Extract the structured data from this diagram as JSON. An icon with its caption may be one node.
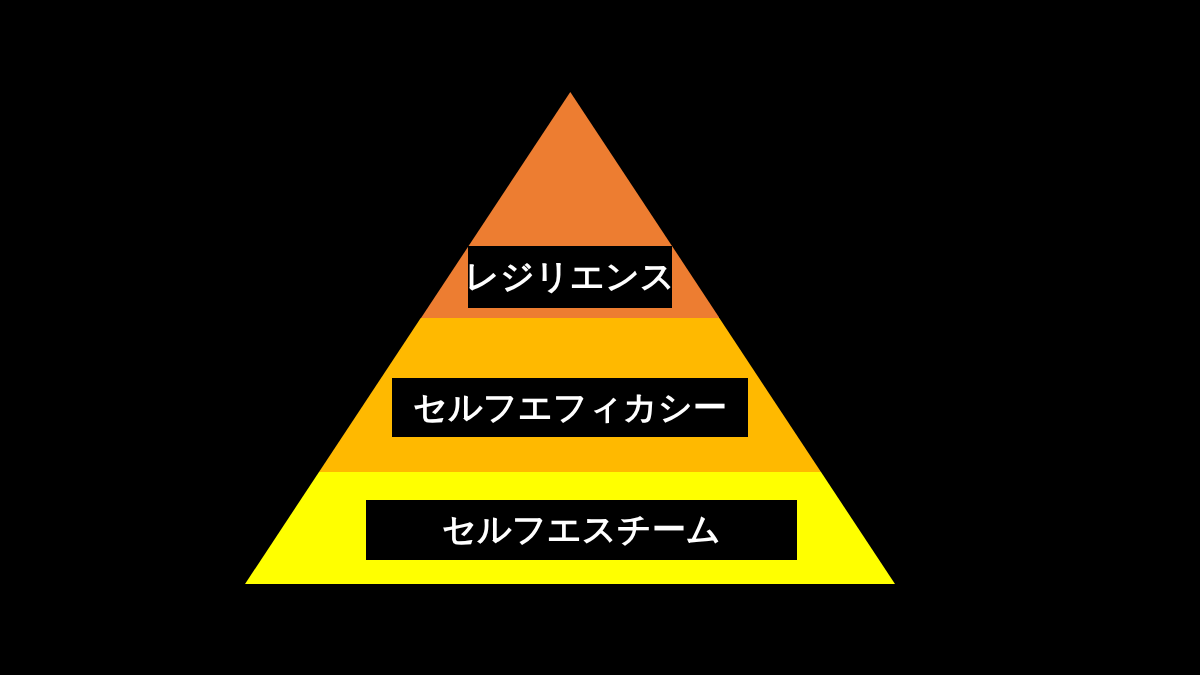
{
  "diagram": {
    "nodes": [
      {
        "text": [
          "レジリエンス"
        ]
      },
      {
        "text": [
          "セルフエフィカシー"
        ]
      },
      {
        "text": [
          "セルフエスチーム"
        ]
      }
    ]
  }
}
